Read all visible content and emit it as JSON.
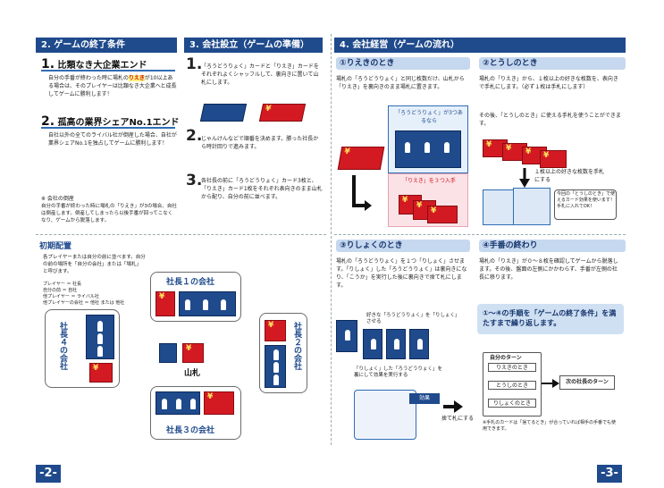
{
  "colors": {
    "navy": "#1f4a8c",
    "red": "#d31a23",
    "yellow": "#fff27a"
  },
  "left": {
    "end": {
      "header": "2. ゲームの終了条件",
      "s1": {
        "num": "1.",
        "title": "比類なき大企業エンド",
        "l1": "自分の手番が終わった時に場札の",
        "red": "りえき",
        "l1b": "が10以上ある場合は、",
        "l2": "そのプレイヤーは比類なき大企業へと成長してゲームに勝利します！"
      },
      "s2": {
        "num": "2.",
        "title": "孤高の業界シェアNo.1エンド",
        "text": "自社以外の全てのライバル社が倒産した場合、自社が業界シェアNo.1を独占してゲームに勝利します！"
      },
      "note_title": "※ 会社の倒産",
      "note": "自分の手番が終わった時に場札の「りえき」が3の場合、自社は倒産します。倒産してしまったら以後手番が回ってこなくなり、ゲームから脱落します。"
    },
    "setup": {
      "header": "3. 会社設立（ゲームの準備）",
      "step1_num": "1.",
      "step1": "「ろうどうりょく」カードと「りえき」カードをそれぞれよくシャッフルして、裏向きに置いて山札にします。",
      "step2_num": "2.",
      "step2": "じゃんけんなどで順番を決めます。勝った社長から時計回りで進みます。",
      "step3_num": "3.",
      "step3": "各社長の前に「ろうどうりょく」カード3枚と、「りえき」カード1枚をそれぞれ表向きのまま山札から配り、自分の前に並べます。"
    },
    "layout": {
      "header": "初期配置",
      "desc": "各プレイヤーまたは自分の前に並べます。自分の前の場所を「自分の会社」または「場札」と呼びます。",
      "legend": [
        "プレイヤー ＝ 社長",
        "自分の前 ＝ 自社",
        "他プレイヤー ＝ ライバル社",
        "他プレイヤーの会社 ＝ 他社 または 他社"
      ],
      "co1": "社長１の会社",
      "co2": "社長２の会社",
      "co3": "社長３の会社",
      "co4": "社長４の会社",
      "pile": "山札"
    },
    "page_num": "-2-"
  },
  "right": {
    "flow": {
      "header": "4. 会社経営（ゲームの流れ）",
      "p1": {
        "title": "①りえきのとき",
        "text": "場札の「ろうどうりょく」と同じ枚数だけ、山札から「りえき」を裏向きのまま場札に置きます。",
        "box1": "「ろうどうりょく」が3つあるなら",
        "box2": "「りえき」を３つ入手"
      },
      "p2": {
        "title": "②とうしのとき",
        "text": "場札の「りえき」から、１枚以上の好きな枚数を、表向きで手札にします。（必ず１枚は手札にします）",
        "text2": "その後、「とうしのとき」に使える手札を使うことができます。",
        "callout": "１枚以上の好きな枚数を手札にする",
        "note": "今回の「とうしのとき」で使えるカード効果を使います！手札に入れてOK！"
      },
      "p3": {
        "title": "③りしょくのとき",
        "text": "場札の「ろうどうりょく」を１つ「りしょく」させます。「りしょく」した「ろうどうりょく」は裏向きになり、「こうか」を実行した後に裏向きで捨て札にします。",
        "tag": "好きな「ろうどうりょく」を「りしょく」させる",
        "tag2": "「りしょく」した「ろうどうりょく」を裏にして効果を実行する",
        "discard": "捨て札にする",
        "effect": "効果"
      },
      "p4": {
        "title": "④手番の終わり",
        "text": "場札の「りえき」が０～８枚を確認してゲームから脱落します。その後、盤面の左側にかかわらず、手番が左側の社長に移ります。",
        "box": "①～④の手順を「ゲームの終了条件」を満たすまで繰り返します。",
        "turn": "自分のターン",
        "f1": "りえきのとき",
        "f2": "とうしのとき",
        "f3": "りしょくのとき",
        "next": "次の社長のターン",
        "note": "※手札のカードは「捨てるとき」が合っていれば相手の手番でも使用できます。"
      }
    },
    "page_num": "-3-"
  },
  "cards": {
    "rieki": "りえき",
    "worker": "ろうどう"
  }
}
